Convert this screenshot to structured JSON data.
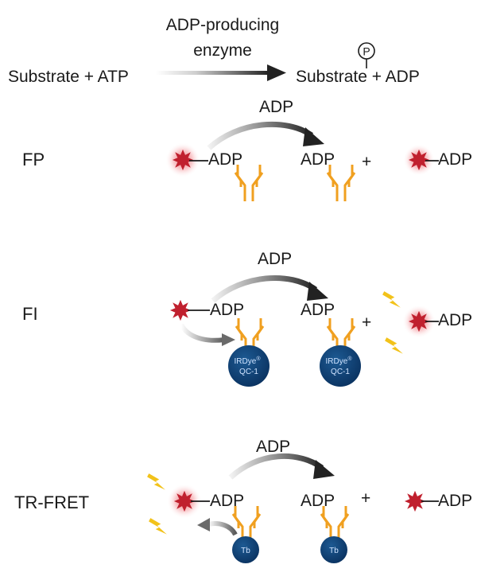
{
  "header": {
    "enzyme_line1": "ADP-producing",
    "enzyme_line2": "enzyme",
    "left_side": "Substrate + ATP",
    "right_side": "Substrate + ADP",
    "phosphate_symbol": "P"
  },
  "common": {
    "adp": "ADP",
    "plus": "+"
  },
  "rows": {
    "fp": {
      "label": "FP"
    },
    "fi": {
      "label": "FI",
      "quencher_line1": "IRDye",
      "quencher_reg": "®",
      "quencher_line2": "QC-1"
    },
    "trfret": {
      "label": "TR-FRET",
      "donor": "Tb"
    }
  },
  "colors": {
    "tracer_red": "#c0202e",
    "glow_red": "#e8505a",
    "antibody_orange": "#f0a020",
    "quencher_blue": "#0b3e6e",
    "flash_yellow": "#f2c21a",
    "arrow_dark": "#222222",
    "arrow_light": "#dddddd"
  },
  "icons": [
    "star-burst-tracer-icon",
    "antibody-y-icon",
    "lightning-flash-icon",
    "quencher-bead-icon",
    "terbium-bead-icon"
  ]
}
